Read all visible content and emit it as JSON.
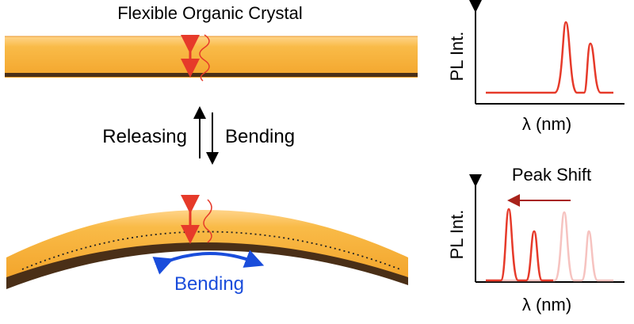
{
  "title": "Flexible Organic Crystal",
  "transition": {
    "left_label": "Releasing",
    "right_label": "Bending"
  },
  "bent_crystal": {
    "arrow_label": "Bending"
  },
  "plot_top": {
    "ylabel": "PL Int.",
    "xlabel": "λ (nm)"
  },
  "plot_bottom": {
    "ylabel": "PL Int.",
    "xlabel": "λ (nm)",
    "annotation": "Peak Shift"
  },
  "colors": {
    "crystal": "#f7b53f",
    "crystal_shadow": "#5a3a1d",
    "spectrum_red": "#e63a2a",
    "spectrum_faded": "#f6c3c0",
    "shift_arrow": "#a8221a",
    "bending_arrow": "#1a4ddb",
    "bending_text": "#1a4ddb"
  }
}
